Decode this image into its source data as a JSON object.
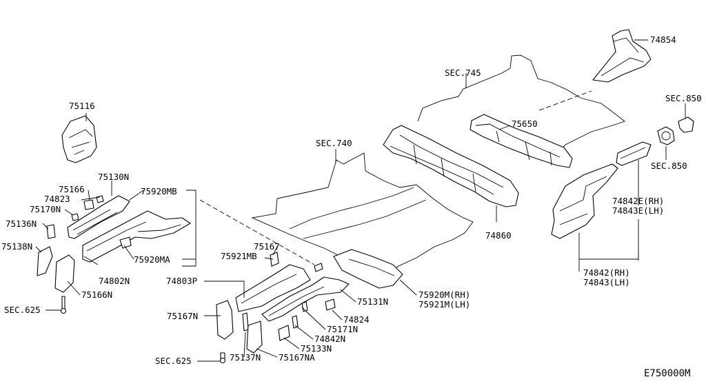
{
  "diagram": {
    "code": "E750000M",
    "labels": {
      "p74854": "74854",
      "sec745": "SEC.745",
      "sec850a": "SEC.850",
      "sec850b": "SEC.850",
      "p75116": "75116",
      "p75650": "75650",
      "sec740": "SEC.740",
      "p75130n": "75130N",
      "p75166": "75166",
      "p74823": "74823",
      "p75920mb": "75920MB",
      "p75170n": "75170N",
      "p75136n": "75136N",
      "p75138n": "75138N",
      "p75920ma": "75920MA",
      "p74802n": "74802N",
      "p75166n": "75166N",
      "sec625a": "SEC.625",
      "p74860": "74860",
      "p74842e": "74842E(RH)",
      "p74843e": "74843E(LH)",
      "p75167": "75167",
      "p75921mb": "75921MB",
      "p74803p": "74803P",
      "p75131n": "75131N",
      "p75920m": "75920M(RH)",
      "p75921m": "75921M(LH)",
      "p74824": "74824",
      "p75171n": "75171N",
      "p75167n": "75167N",
      "p74842n": "74842N",
      "p75133n": "75133N",
      "p75137n": "75137N",
      "p75167na": "75167NA",
      "sec625b": "SEC.625",
      "p74842": "74842(RH)",
      "p74843": "74843(LH)"
    }
  }
}
